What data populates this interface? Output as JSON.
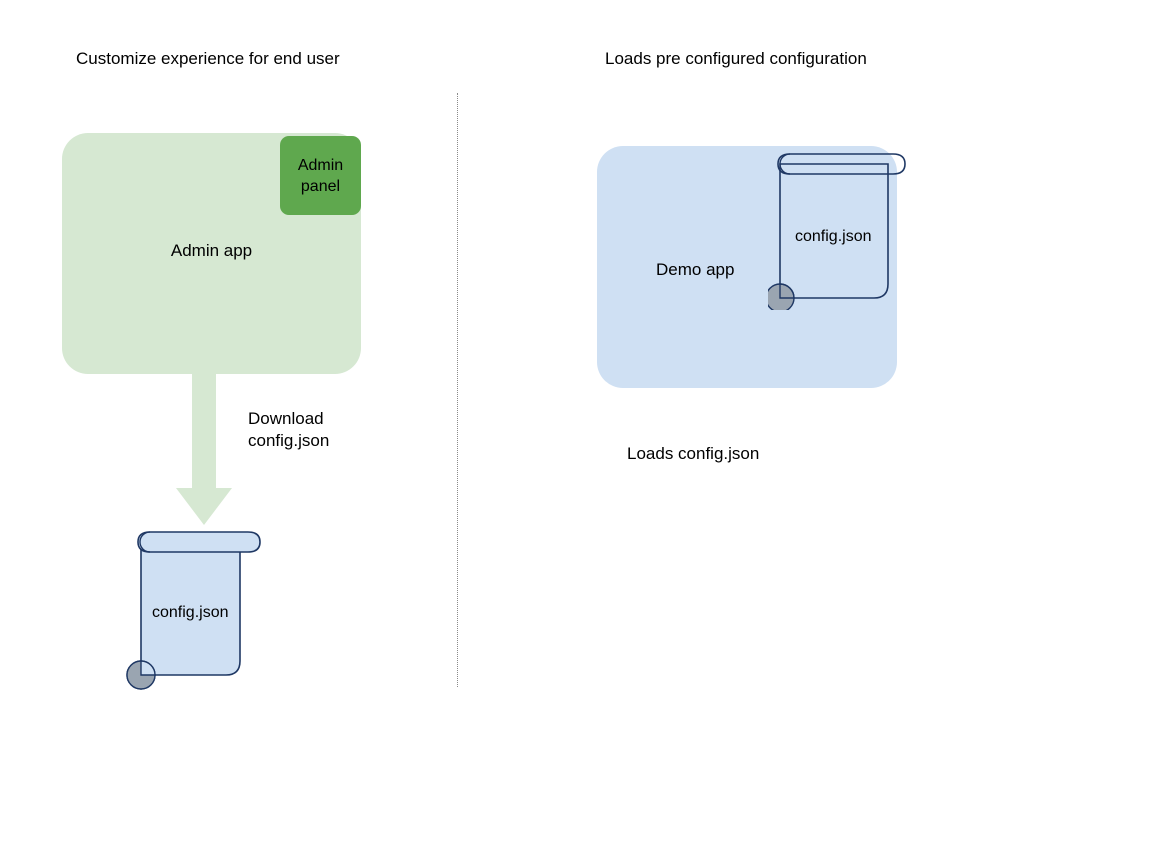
{
  "diagram": {
    "type": "flow-diagram",
    "background_color": "#ffffff",
    "panels": [
      {
        "id": "left",
        "title": "Customize experience for end user",
        "app_box": {
          "label": "Admin app",
          "fill_color": "#d6e8d2",
          "badge": {
            "label": "Admin\npanel",
            "fill_color": "#5fa84e"
          }
        },
        "arrow": {
          "direction": "down",
          "color": "#d6e8d2",
          "label": "Download\nconfig.json"
        },
        "document": {
          "label": "config.json",
          "fill_color": "#cfe0f3",
          "outline_color": "#1f3864",
          "roll_color": "#9aa5b1",
          "filled": true
        }
      },
      {
        "id": "right",
        "title": "Loads pre configured configuration",
        "app_box": {
          "label": "Demo app",
          "fill_color": "#cfe0f3"
        },
        "document": {
          "label": "config.json",
          "fill_color": "transparent",
          "outline_color": "#1f3864",
          "roll_color": "#9aa5b1",
          "filled": false
        },
        "caption": "Loads config.json"
      }
    ],
    "divider": {
      "style": "dotted",
      "orientation": "vertical",
      "color": "#8a8a8a"
    }
  },
  "titles": {
    "left": "Customize experience for end user",
    "right": "Loads pre configured configuration"
  },
  "left_panel": {
    "admin_app_label": "Admin app",
    "admin_panel_line1": "Admin",
    "admin_panel_line2": "panel",
    "arrow_label_line1": "Download",
    "arrow_label_line2": "config.json",
    "document_label": "config.json"
  },
  "right_panel": {
    "demo_app_label": "Demo app",
    "document_label": "config.json",
    "caption": "Loads config.json"
  }
}
